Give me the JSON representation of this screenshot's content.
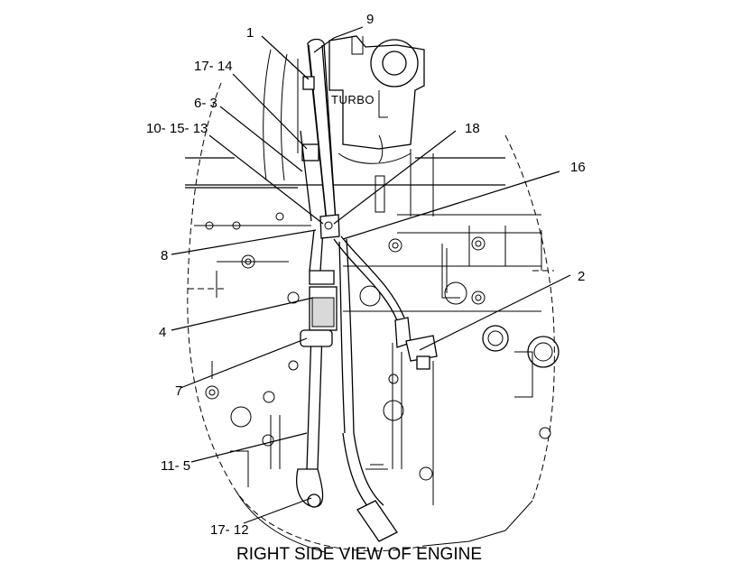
{
  "caption": "RIGHT SIDE VIEW OF ENGINE",
  "turbo_label": "TURBO",
  "callouts": {
    "c9": "9",
    "c1": "1",
    "c17_14": "17- 14",
    "c6_3": "6- 3",
    "c10_15_13": "10- 15- 13",
    "c18": "18",
    "c16": "16",
    "c8": "8",
    "c2": "2",
    "c4": "4",
    "c7": "7",
    "c11_5": "11- 5",
    "c17_12": "17- 12"
  }
}
